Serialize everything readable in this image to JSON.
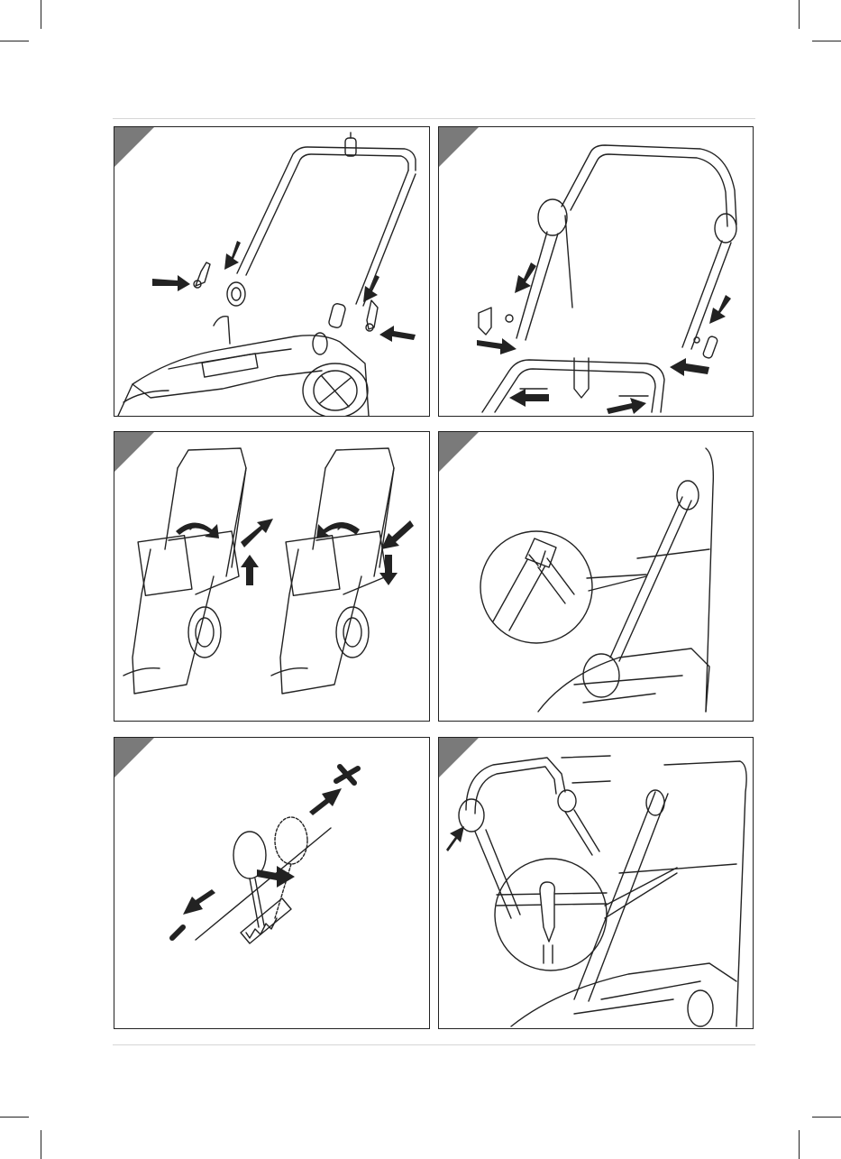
{
  "document": {
    "panel_count": 6,
    "figures": [
      {
        "id": 1,
        "callout_lines": 0
      },
      {
        "id": 2,
        "callout_lines": 0
      },
      {
        "id": 3,
        "callout_lines": 0
      },
      {
        "id": 4,
        "callout_lines": 1
      },
      {
        "id": 5,
        "symbols": {
          "plus": "+",
          "minus": "–"
        }
      },
      {
        "id": 6,
        "callout_lines": 2
      }
    ]
  },
  "colors": {
    "ink": "#222222",
    "rule": "#d6d6d6",
    "corner": "#7a7a7a"
  }
}
